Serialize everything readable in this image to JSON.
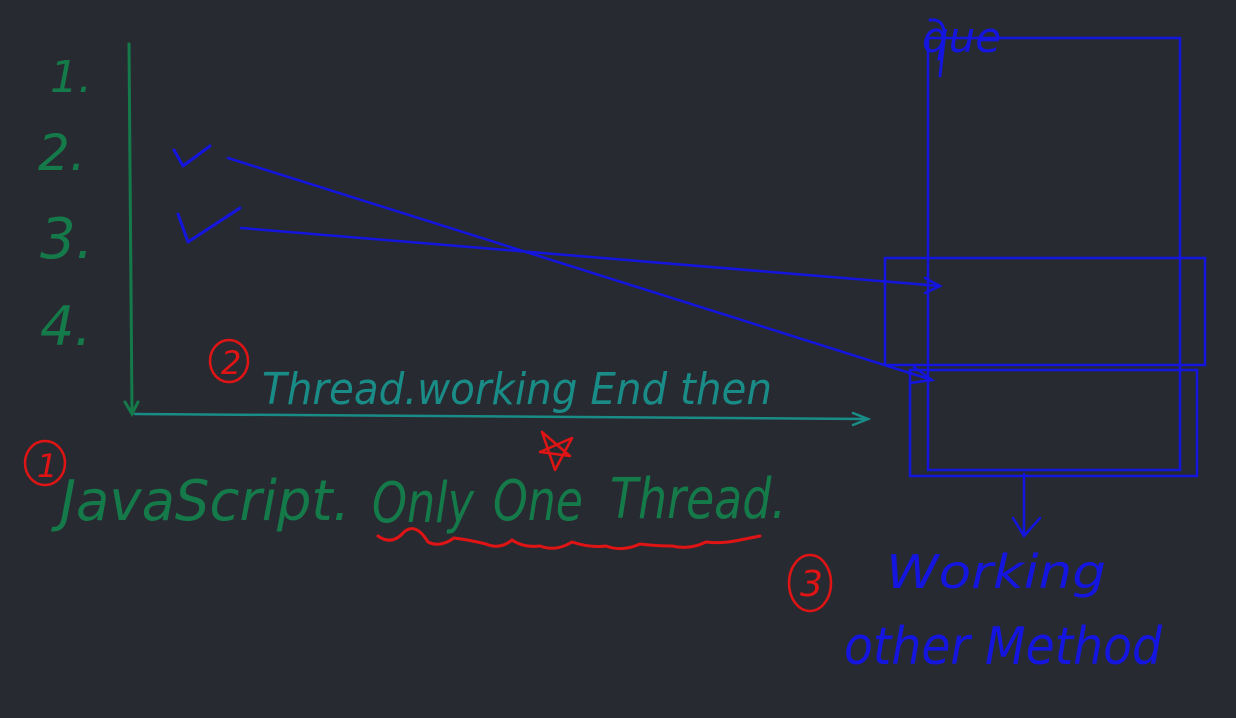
{
  "board": {
    "background": "#272a31",
    "colors": {
      "green": "#157a4a",
      "teal": "#1a8c87",
      "blue": "#1515e0",
      "red": "#e01414"
    }
  },
  "list_numbers": [
    "1.",
    "2.",
    "3.",
    "4."
  ],
  "check_marks": [
    "check-icon",
    "check-icon"
  ],
  "queue": {
    "label": "que"
  },
  "notes": {
    "note1": {
      "marker": "1",
      "text_parts": [
        "JavaScript.",
        "Only",
        "One",
        "Thread."
      ]
    },
    "note2": {
      "marker": "2",
      "text": "Thread.working End then"
    },
    "note3": {
      "marker": "3",
      "line1": "Working",
      "line2": "other Method"
    }
  }
}
